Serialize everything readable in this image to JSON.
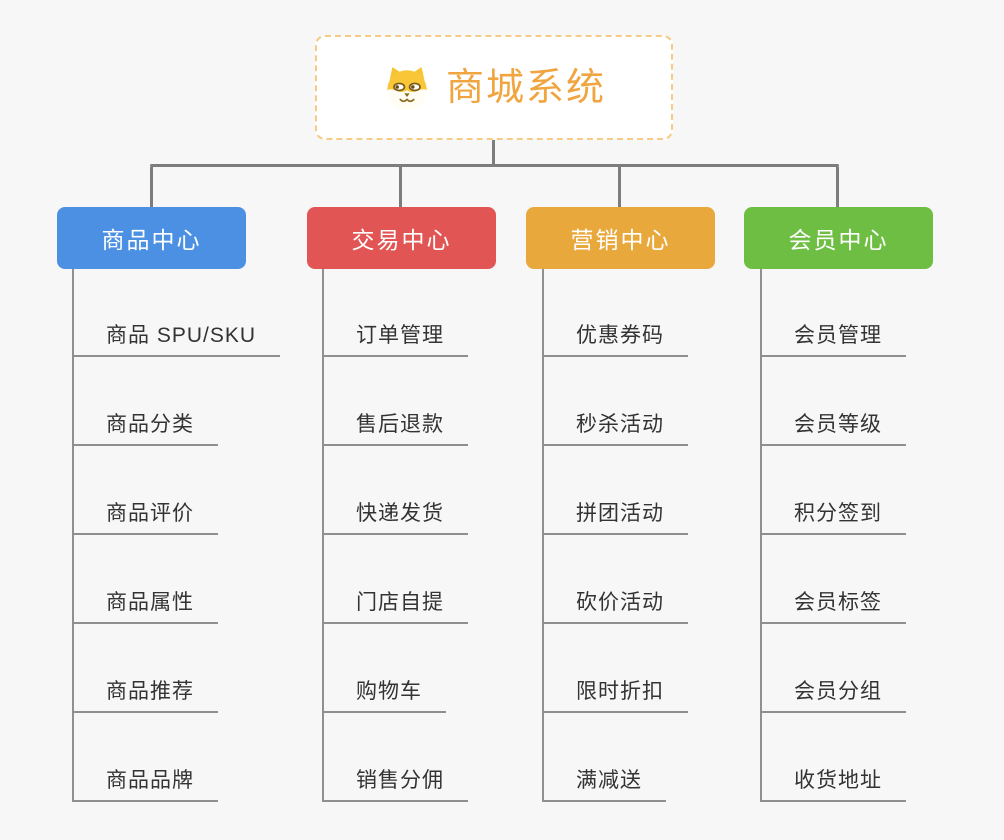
{
  "root": {
    "title": "商城系统",
    "icon": "dog-icon",
    "title_color": "#f0a541",
    "border_color": "#f7cb85"
  },
  "branches": [
    {
      "label": "商品中心",
      "color": "#4b90e2",
      "items": [
        "商品 SPU/SKU",
        "商品分类",
        "商品评价",
        "商品属性",
        "商品推荐",
        "商品品牌"
      ]
    },
    {
      "label": "交易中心",
      "color": "#e15654",
      "items": [
        "订单管理",
        "售后退款",
        "快递发货",
        "门店自提",
        "购物车",
        "销售分佣"
      ]
    },
    {
      "label": "营销中心",
      "color": "#e9a83c",
      "items": [
        "优惠券码",
        "秒杀活动",
        "拼团活动",
        "砍价活动",
        "限时折扣",
        "满减送"
      ]
    },
    {
      "label": "会员中心",
      "color": "#6fbe44",
      "items": [
        "会员管理",
        "会员等级",
        "积分签到",
        "会员标签",
        "会员分组",
        "收货地址"
      ]
    }
  ],
  "colors": {
    "background": "#f7f7f7",
    "connector": "#7d7d7d",
    "sub_connector": "#8f8f8f",
    "item_text": "#333333",
    "header_text": "#ffffff"
  }
}
